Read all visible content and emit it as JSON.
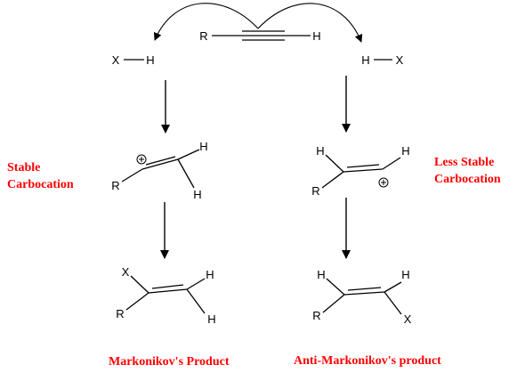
{
  "atoms": {
    "r": "R",
    "h": "H",
    "x": "X"
  },
  "labels": {
    "left_carbocation": [
      "Stable",
      "Carbocation"
    ],
    "right_carbocation": [
      "Less Stable",
      "Carbocation"
    ],
    "left_product": "Markonikov's Product",
    "right_product": "Anti-Markonikov's product"
  },
  "colors": {
    "label": "#ff0000",
    "structure": "#000000"
  },
  "icons": {
    "charge": "plus-charge-icon"
  }
}
